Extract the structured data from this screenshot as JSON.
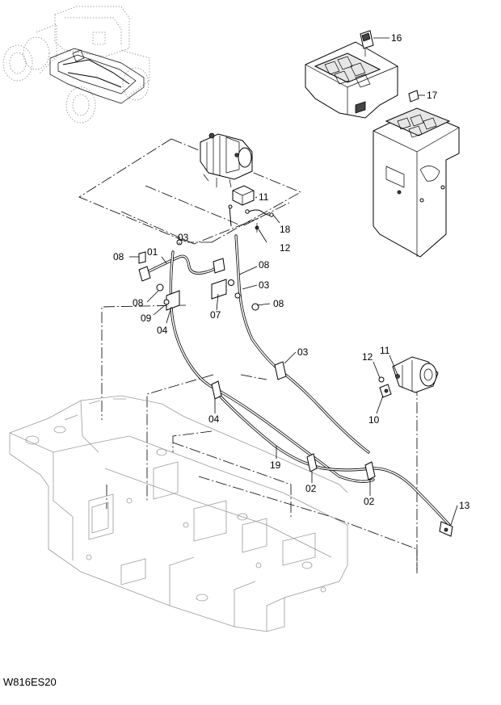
{
  "diagram": {
    "code": "W816ES20",
    "callouts": {
      "p01": "01",
      "p02a": "02",
      "p02b": "02",
      "p03a": "03",
      "p03b": "03",
      "p03c": "03",
      "p04a": "04",
      "p04b": "04",
      "p07": "07",
      "p08a": "08",
      "p08b": "08",
      "p08c": "08",
      "p08d": "08",
      "p09": "09",
      "p10": "10",
      "p11a": "11",
      "p11b": "11",
      "p12a": "12",
      "p12b": "12",
      "p13": "13",
      "p16": "16",
      "p17": "17",
      "p18": "18",
      "p19": "19"
    }
  }
}
